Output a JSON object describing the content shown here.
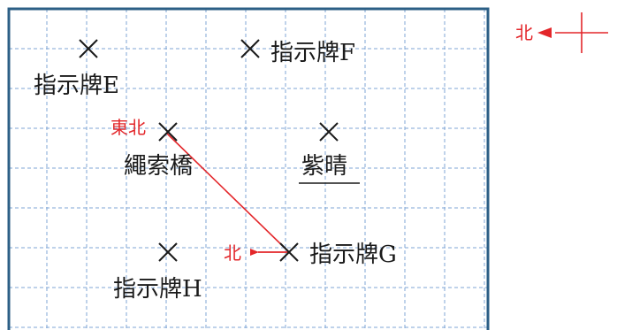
{
  "colors": {
    "frame": "#2c5f86",
    "grid": "#7fa6d6",
    "marker": "#1a1a1a",
    "annotation": "#e3262a"
  },
  "legend": {
    "north_label": "北"
  },
  "points": {
    "sign_e": {
      "label": "指示牌E"
    },
    "sign_f": {
      "label": "指示牌F"
    },
    "bridge": {
      "label": "繩索橋"
    },
    "zijing": {
      "label": "紫晴"
    },
    "sign_g": {
      "label": "指示牌G"
    },
    "sign_h": {
      "label": "指示牌H"
    }
  },
  "annotations": {
    "northeast_label": "東北",
    "north_arrow_label": "北"
  }
}
